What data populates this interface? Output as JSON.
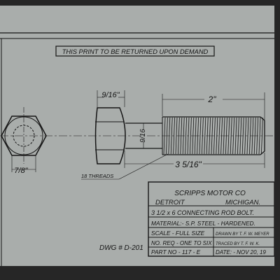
{
  "banner": "THIS PRINT TO BE RETURNED UPON DEMAND",
  "dimensions": {
    "head_width": "9/16\"",
    "thread_length": "2\"",
    "shank_diameter": "9/16",
    "overall_length": "3 5/16\"",
    "hex_width": "7/8\""
  },
  "thread_note": "18 THREADS",
  "drawing_number": "DWG # D-201",
  "title_block": {
    "company": "SCRIPPS MOTOR CO",
    "city": "DETROIT",
    "state": "MICHIGAN.",
    "part_name": "3 1/2 x 6 CONNECTING ROD BOLT.",
    "material": "MATERIAL:- S.P. STEEL - HARDENED.",
    "scale": "SCALE - FULL SIZE",
    "drawn_by": "DRAWN BY T. F. W. MEYER",
    "no_req": "NO. REQ - ONE TO SIX",
    "traced_by": "TRACED BY T. F. W. K.",
    "part_no": "PART NO - 117 - E",
    "date": "DATE: - NOV 20, 19"
  },
  "colors": {
    "paper": "#a9adab",
    "ink": "#151515",
    "background": "#262626"
  }
}
